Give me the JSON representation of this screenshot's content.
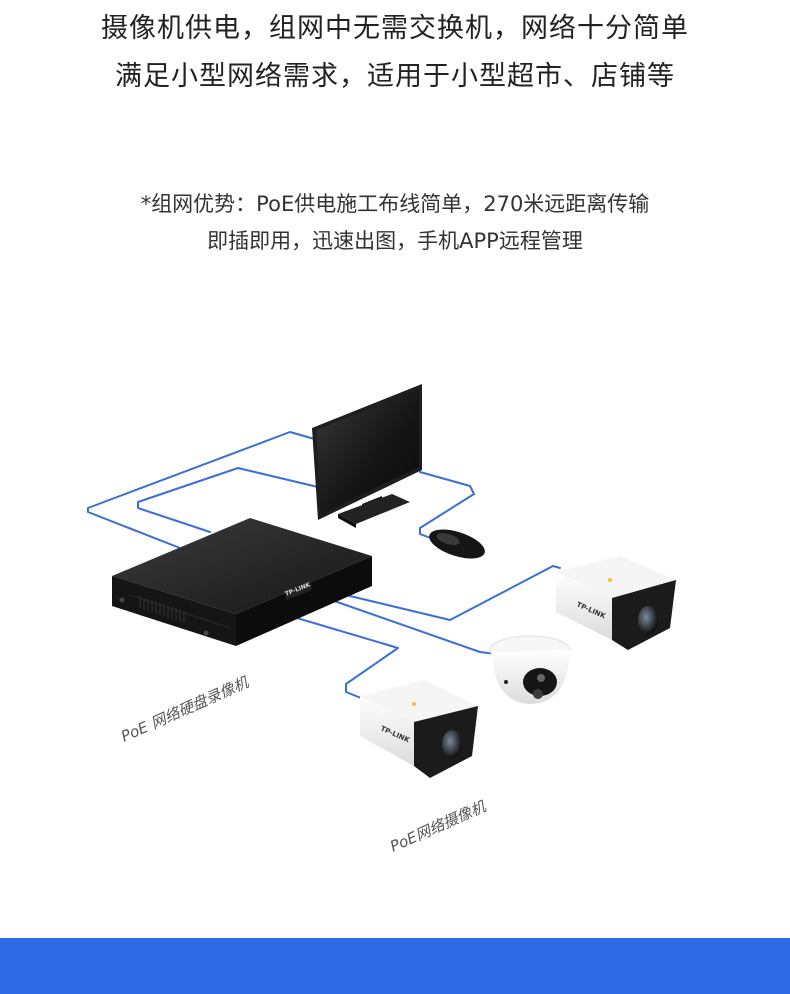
{
  "headline": {
    "line1": "摄像机供电，组网中无需交换机，网络十分简单",
    "line2": "满足小型网络需求，适用于小型超市、店铺等"
  },
  "subtitle": {
    "line1": "*组网优势：PoE供电施工布线简单，270米远距离传输",
    "line2": "即插即用，迅速出图，手机APP远程管理"
  },
  "diagram": {
    "nvr_label": "PoE 网络硬盘录像机",
    "camera_label": "PoE网络摄像机",
    "brand_text": "TP-LINK",
    "cable_color": "#3a6fd8"
  },
  "footer": {
    "color": "#2f6ae6"
  }
}
